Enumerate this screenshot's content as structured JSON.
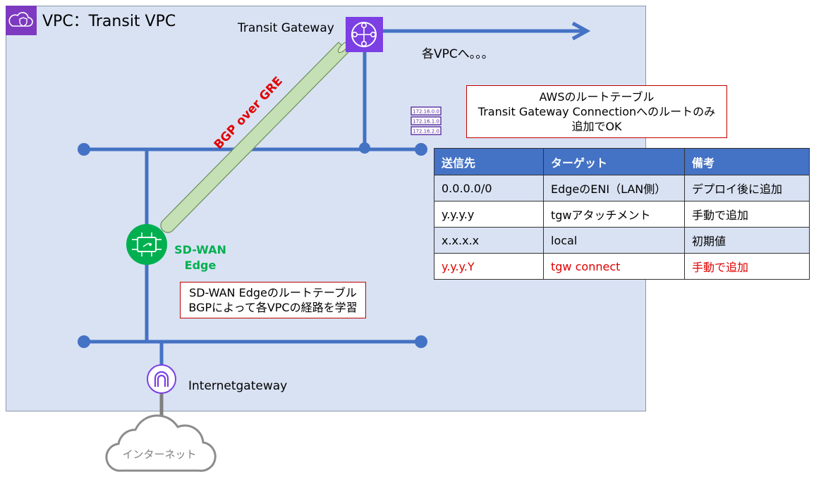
{
  "vpc": {
    "title": "VPC：Transit VPC"
  },
  "transit_gateway": {
    "label": "Transit Gateway"
  },
  "to_vpcs": {
    "label": "各VPCへ。。。"
  },
  "tunnel": {
    "label": "BGP over GRE"
  },
  "sdwan": {
    "label_line1": "SD-WAN",
    "label_line2": "Edge"
  },
  "aws_note": {
    "line1": "AWSのルートテーブル",
    "line2": "Transit Gateway Connectionへのルートのみ",
    "line3": "追加でOK"
  },
  "edge_note": {
    "line1": "SD-WAN Edgeのルートテーブル",
    "line2": "BGPによって各VPCの経路を学習"
  },
  "route_icon": {
    "rows": [
      "172.16.0.0",
      "172.16.1.0",
      "172.16.2.0"
    ]
  },
  "internet_gateway": {
    "label": "Internetgateway"
  },
  "internet": {
    "label": "インターネット"
  },
  "route_table": {
    "headers": [
      "送信先",
      "ターゲット",
      "備考"
    ],
    "rows": [
      [
        "0.0.0.0/0",
        "EdgeのENI（LAN側）",
        "デプロイ後に追加"
      ],
      [
        "y.y.y.y",
        "tgwアタッチメント",
        "手動で追加"
      ],
      [
        "x.x.x.x",
        "local",
        "初期値"
      ],
      [
        "y.y.y.Y",
        "tgw connect",
        "手動で追加"
      ]
    ],
    "highlight_color": "#e00000"
  },
  "colors": {
    "vpc_fill": "#d9e2f3",
    "line_blue": "#4472c4",
    "tgw_purple": "#7b3fe4",
    "sdwan_green": "#00b050",
    "tunnel_green": "#c5e0b4",
    "vpc_icon_purple": "#7d3ac1"
  }
}
